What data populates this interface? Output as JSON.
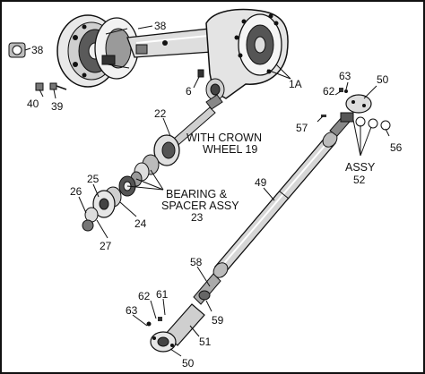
{
  "callouts": {
    "c38a": "38",
    "c38b": "38",
    "c1a": "1A",
    "c6": "6",
    "c40": "40",
    "c39": "39",
    "c22": "22",
    "with_crown": "WITH CROWN",
    "wheel19": "WHEEL 19",
    "c25": "25",
    "c26": "26",
    "c24": "24",
    "c27": "27",
    "bearing": "BEARING &",
    "spacer": "SPACER ASSY",
    "c23": "23",
    "c63a": "63",
    "c62a": "62",
    "c50a": "50",
    "c57": "57",
    "c56": "56",
    "assy": "ASSY",
    "c52": "52",
    "c49": "49",
    "c58": "58",
    "c62b": "62",
    "c61": "61",
    "c63b": "63",
    "c59": "59",
    "c51": "51",
    "c50b": "50"
  }
}
